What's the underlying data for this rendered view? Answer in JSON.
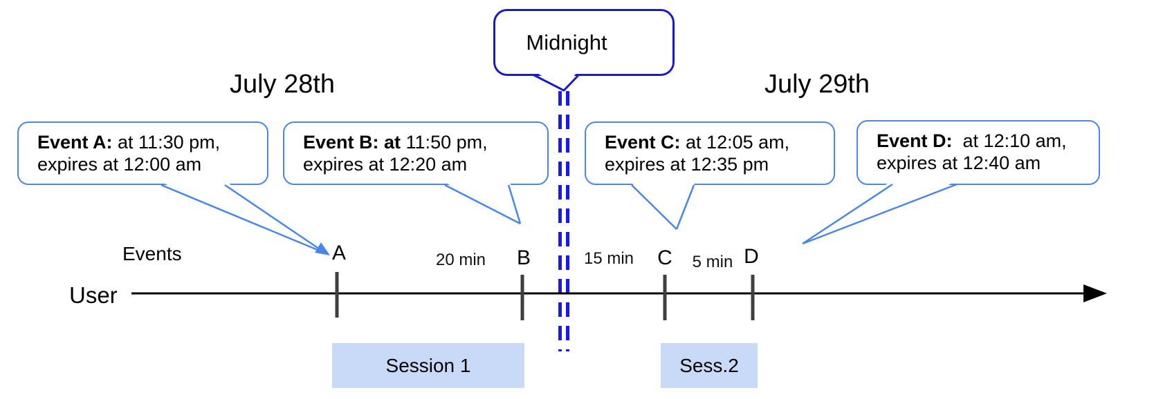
{
  "diagram": {
    "title_days": {
      "left": "July 28th",
      "right": "July 29th"
    },
    "midnight": {
      "label": "Midnight"
    },
    "events": [
      {
        "tick": "A",
        "bold": "Event A:",
        "rest": " at 11:30 pm,",
        "line2": "expires at 12:00 am"
      },
      {
        "tick": "B",
        "bold": "Event B: at",
        "rest": " 11:50 pm,",
        "line2": "expires at 12:20 am"
      },
      {
        "tick": "C",
        "bold": "Event C:",
        "rest": " at 12:05 am,",
        "line2": "expires at 12:35 pm"
      },
      {
        "tick": "D",
        "bold": "Event D:",
        "rest": "  at 12:10 am,",
        "line2": "expires at 12:40 am"
      }
    ],
    "gaps": {
      "ab": "20 min",
      "bc": "15 min",
      "cd": "5 min"
    },
    "axis": {
      "events_label": "Events",
      "user_label": "User"
    },
    "sessions": [
      {
        "label": "Session 1"
      },
      {
        "label": "Sess.2"
      }
    ],
    "colors": {
      "callout_border": "#4a86e8",
      "midnight_border": "#1a1acc",
      "midnight_dash": "#1a1ae6",
      "session_fill": "#c9daf8",
      "tick_gray": "#3f3f3f",
      "timeline": "#000000"
    }
  }
}
